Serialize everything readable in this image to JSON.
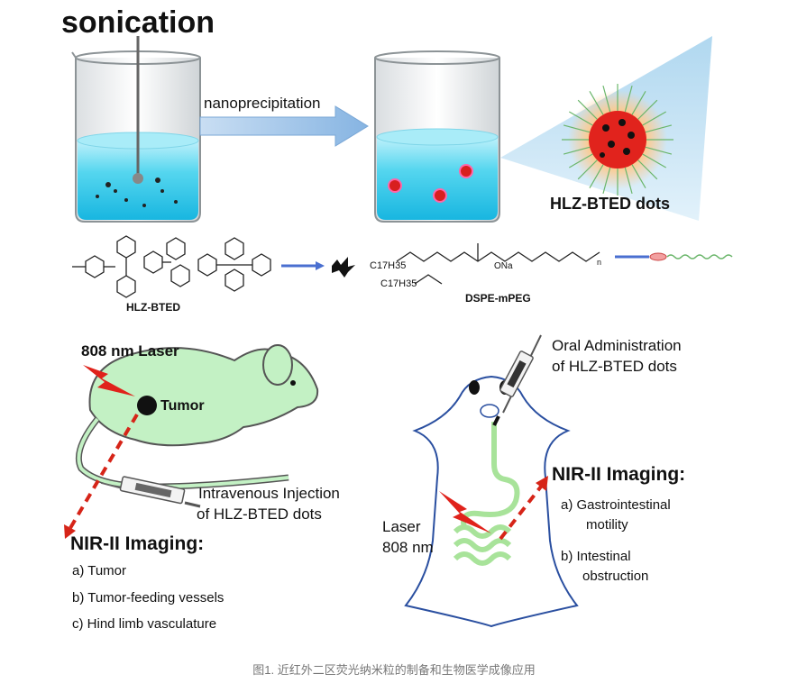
{
  "top": {
    "sonication": "sonication",
    "nanoprecipitation": "nanoprecipitation",
    "dots_label": "HLZ-BTED dots"
  },
  "chem": {
    "hlz_label": "HLZ-BTED",
    "dspe_label": "DSPE-mPEG",
    "c17_1": "C17H35",
    "c17_2": "C17H35",
    "na": "ONa",
    "n_sub": "n"
  },
  "left": {
    "laser": "808 nm Laser",
    "tumor": "Tumor",
    "injection_1": "Intravenous Injection",
    "injection_2": "of HLZ-BTED dots",
    "imaging_title": "NIR-II Imaging:",
    "items": [
      "a) Tumor",
      "b) Tumor-feeding vessels",
      "c) Hind limb vasculature"
    ]
  },
  "right": {
    "oral_1": "Oral Administration",
    "oral_2": "of HLZ-BTED dots",
    "imaging_title": "NIR-II Imaging:",
    "item_a_1": "a) Gastrointestinal",
    "item_a_2": "motility",
    "item_b_1": "b) Intestinal",
    "item_b_2": "obstruction",
    "laser_1": "Laser",
    "laser_2": "808 nm"
  },
  "caption": "图1. 近红外二区荧光纳米粒的制备和生物医学成像应用",
  "colors": {
    "liquid": "#49d4ee",
    "mouse_green": "#bff0c2",
    "arrow_blue": "#9fc4e8",
    "red": "#e23027",
    "dashed_red": "#d62418"
  }
}
